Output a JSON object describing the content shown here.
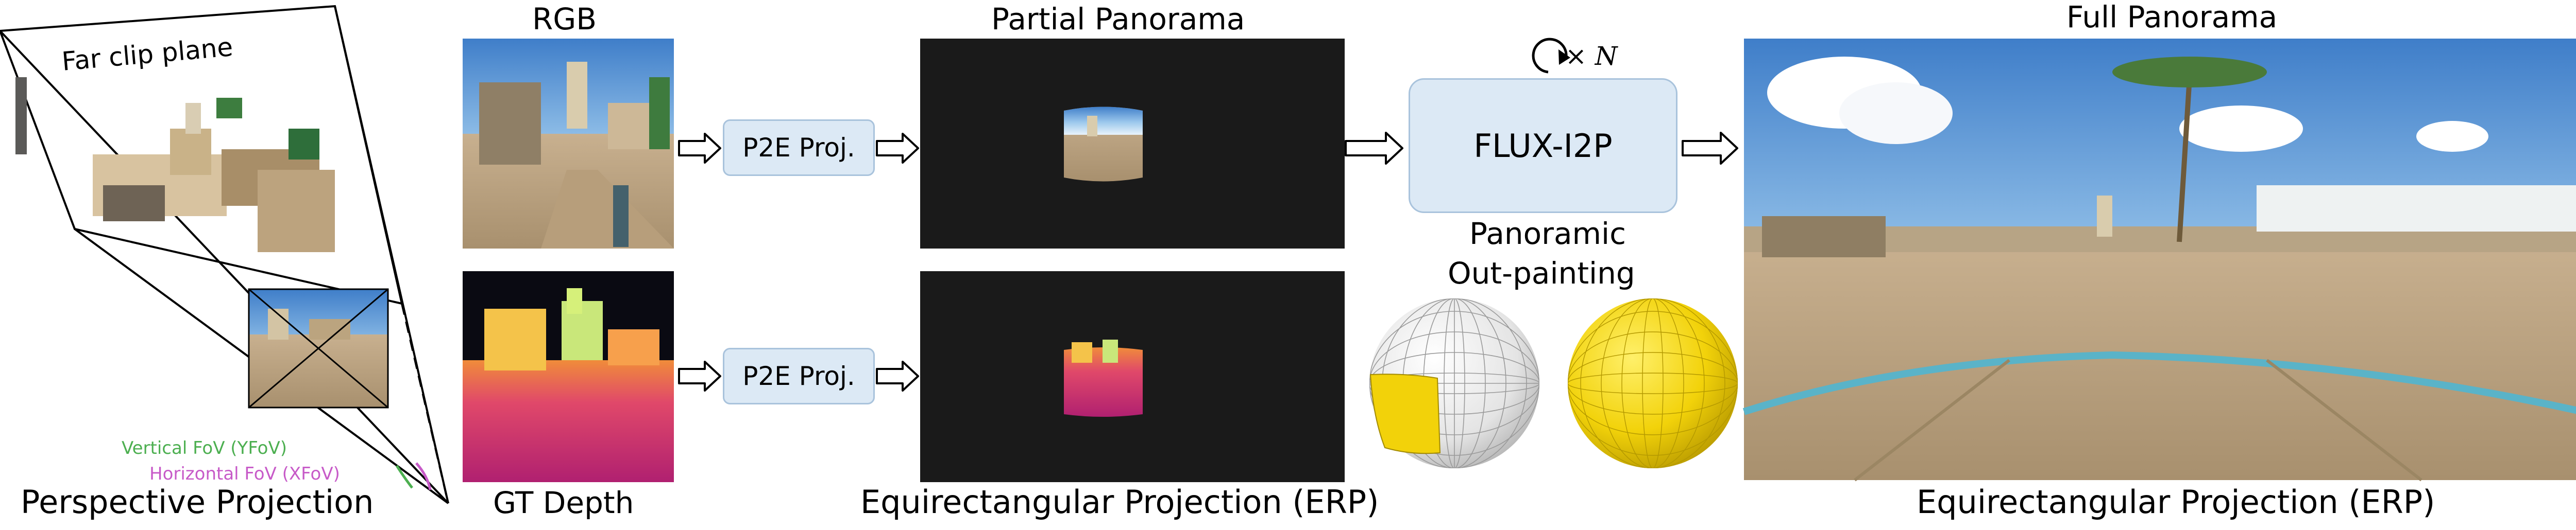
{
  "frustum": {
    "far_plane_label": "Far clip plane",
    "vertical_fov_label": "Vertical FoV (YFoV)",
    "horizontal_fov_label": "Horizontal FoV (XFoV)",
    "caption": "Perspective Projection"
  },
  "inputs": {
    "rgb_title": "RGB",
    "depth_title": "GT Depth"
  },
  "p2e": {
    "top_label": "P2E Proj.",
    "bottom_label": "P2E Proj."
  },
  "partial": {
    "title": "Partial Panorama",
    "caption": "Equirectangular Projection (ERP)"
  },
  "model": {
    "label": "FLUX-I2P",
    "loop_label": "× N",
    "caption_line1": "Panoramic",
    "caption_line2": "Out-painting"
  },
  "full": {
    "title": "Full Panorama",
    "caption": "Equirectangular Projection (ERP)"
  },
  "colors": {
    "box_fill": "#dce9f5",
    "box_border": "#a9c3dc",
    "vertical_fov": "#4caf50",
    "horizontal_fov": "#c75ac8",
    "sphere_yellow": "#f2d20a",
    "panorama_bg": "#1a1a1a"
  }
}
